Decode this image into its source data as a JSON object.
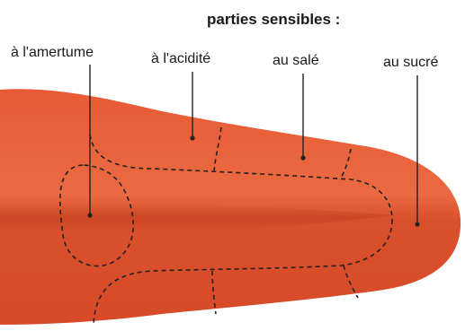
{
  "title": "parties sensibles :",
  "labels": {
    "bitter": "à l'amertume",
    "acid": "à l'acidité",
    "salty": "au salé",
    "sweet": "au sucré"
  },
  "colors": {
    "tongue": "#e5532f",
    "tongue_dark": "#c63d1f",
    "tongue_light": "#f07a52",
    "lines": "#222222"
  }
}
